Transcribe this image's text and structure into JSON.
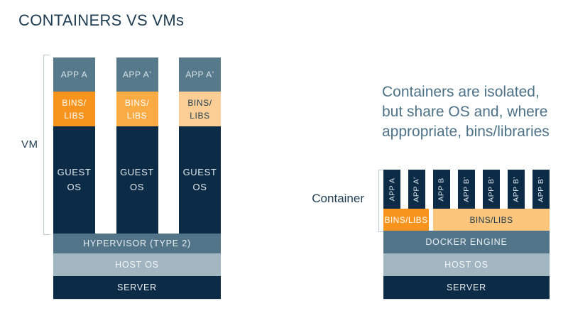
{
  "title": "CONTAINERS VS VMs",
  "palette": {
    "navy": "#0C2B47",
    "slate_header": "#56798C",
    "slate_bar": "#527488",
    "host_bar": "#A2B6C1",
    "orange_bright": "#F7941E",
    "orange_mid": "#FAAB44",
    "orange_pale": "#FBCE96",
    "orange_light": "#FCC57C",
    "text_dark": "#1F3D52",
    "text_slate": "#4E7389",
    "bracket": "#B9C8D1"
  },
  "vm": {
    "bracket_label": "VM",
    "columns": [
      {
        "app": "APP A",
        "bins": "BINS/\nLIBS",
        "os": "GUEST\nOS"
      },
      {
        "app": "APP A'",
        "bins": "BINS/\nLIBS",
        "os": "GUEST\nOS"
      },
      {
        "app": "APP A'",
        "bins": "BINS/\nLIBS",
        "os": "GUEST\nOS"
      }
    ],
    "layers": [
      "HYPERVISOR (TYPE 2)",
      "HOST OS",
      "SERVER"
    ]
  },
  "note": {
    "lines": [
      "Containers are isolated,",
      "but share OS and, where",
      "appropriate, bins/libraries"
    ]
  },
  "container": {
    "bracket_label": "Container",
    "apps": [
      "APP A",
      "APP A'",
      "APP B",
      "APP B'",
      "APP B'",
      "APP B'",
      "APP B'"
    ],
    "bins": {
      "left": "BINS/LIBS",
      "right": "BINS/LIBS"
    },
    "layers": [
      "DOCKER ENGINE",
      "HOST OS",
      "SERVER"
    ]
  }
}
